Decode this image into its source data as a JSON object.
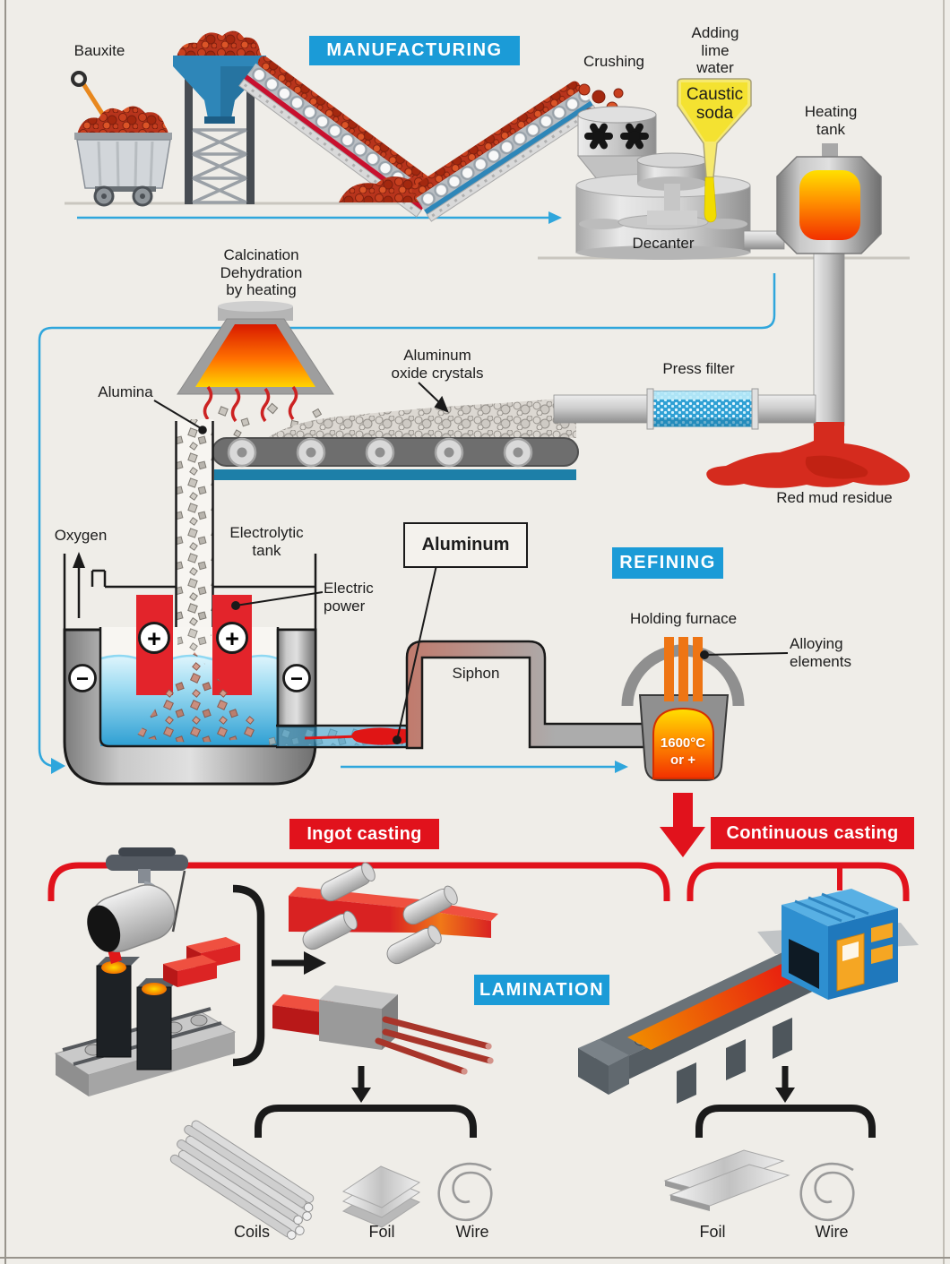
{
  "title": "Aluminum manufacturing process diagram",
  "colors": {
    "background": "#EFEDE8",
    "accent_blue": "#1B9BD7",
    "accent_red": "#E1121C",
    "flow_blue": "#2FA6DC",
    "bauxite_red": "#B7341C",
    "molten_gradient_top": "#FFE000",
    "molten_gradient_bottom": "#F23000"
  },
  "stages": {
    "manufacturing": {
      "badge": "MANUFACTURING",
      "bauxite": "Bauxite",
      "crushing": "Crushing",
      "adding_lime_water": "Adding\nlime\nwater",
      "caustic_soda": "Caustic\nsoda",
      "heating_tank": "Heating\ntank",
      "decanter": "Decanter"
    },
    "alumina_processing": {
      "calcination": "Calcination\nDehydration\nby heating",
      "alumina": "Alumina",
      "aluminum_oxide_crystals": "Aluminum\noxide crystals",
      "press_filter": "Press filter",
      "red_mud_residue": "Red mud residue"
    },
    "electrolysis": {
      "oxygen": "Oxygen",
      "electrolytic_tank": "Electrolytic\ntank",
      "electric_power": "Electric\npower",
      "aluminum": "Aluminum",
      "anode_symbol": "+",
      "cathode_symbol": "−",
      "siphon": "Siphon"
    },
    "refining": {
      "badge": "REFINING",
      "holding_furnace": "Holding furnace",
      "alloying_elements": "Alloying\nelements",
      "temperature": "1600°C\nor +"
    },
    "casting": {
      "ingot_casting": "Ingot casting",
      "continuous_casting": "Continuous casting",
      "lamination": "LAMINATION",
      "ingot_products": [
        "Coils",
        "Foil",
        "Wire"
      ],
      "continuous_products": [
        "Foil",
        "Wire"
      ]
    }
  }
}
